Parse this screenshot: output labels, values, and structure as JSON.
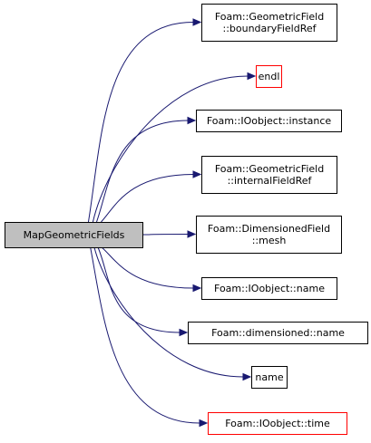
{
  "graph": {
    "colors": {
      "edge": "#191970",
      "root_fill": "#bfbfbf",
      "truncated_border": "#ff0000",
      "node_border": "#000000"
    },
    "root": {
      "id": "root",
      "lines": [
        "MapGeometricFields"
      ]
    },
    "nodes": [
      {
        "id": "boundaryFieldRef",
        "lines": [
          "Foam::GeometricField",
          "::boundaryFieldRef"
        ],
        "truncated": false
      },
      {
        "id": "endl",
        "lines": [
          "endl"
        ],
        "truncated": true
      },
      {
        "id": "instance",
        "lines": [
          "Foam::IOobject::instance"
        ],
        "truncated": false
      },
      {
        "id": "internalFieldRef",
        "lines": [
          "Foam::GeometricField",
          "::internalFieldRef"
        ],
        "truncated": false
      },
      {
        "id": "mesh",
        "lines": [
          "Foam::DimensionedField",
          "::mesh"
        ],
        "truncated": false
      },
      {
        "id": "ioobject-name",
        "lines": [
          "Foam::IOobject::name"
        ],
        "truncated": false
      },
      {
        "id": "dimensioned-name",
        "lines": [
          "Foam::dimensioned::name"
        ],
        "truncated": false
      },
      {
        "id": "name",
        "lines": [
          "name"
        ],
        "truncated": false
      },
      {
        "id": "time",
        "lines": [
          "Foam::IOobject::time"
        ],
        "truncated": true
      }
    ]
  }
}
